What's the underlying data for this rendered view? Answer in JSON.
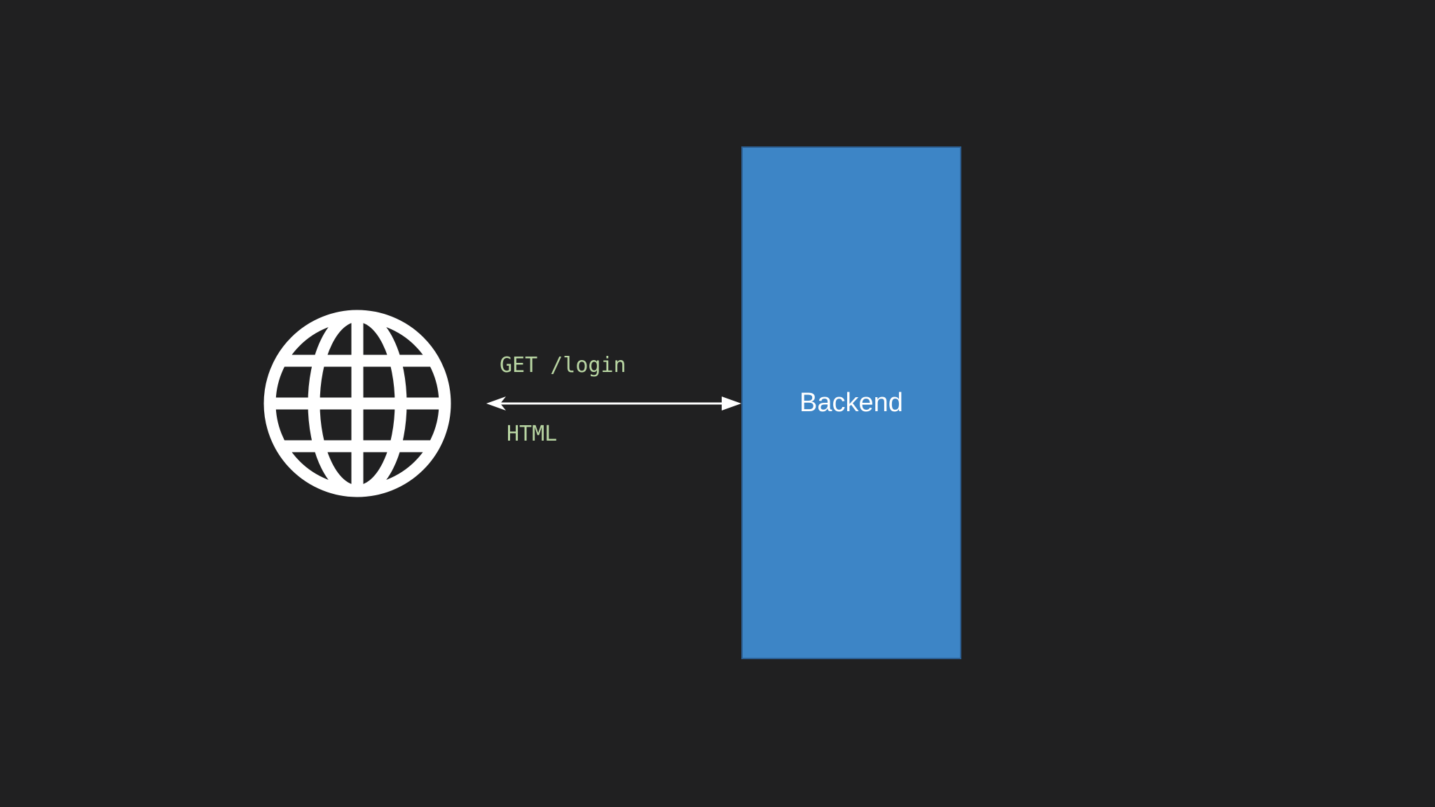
{
  "diagram": {
    "client": {
      "icon": "globe-icon"
    },
    "connection": {
      "request_label": "GET /login",
      "response_label": "HTML",
      "label_color": "#b9d6a3",
      "arrow_color": "#ffffff",
      "direction": "bidirectional"
    },
    "server": {
      "label": "Backend",
      "fill_color": "#3d85c6"
    }
  }
}
